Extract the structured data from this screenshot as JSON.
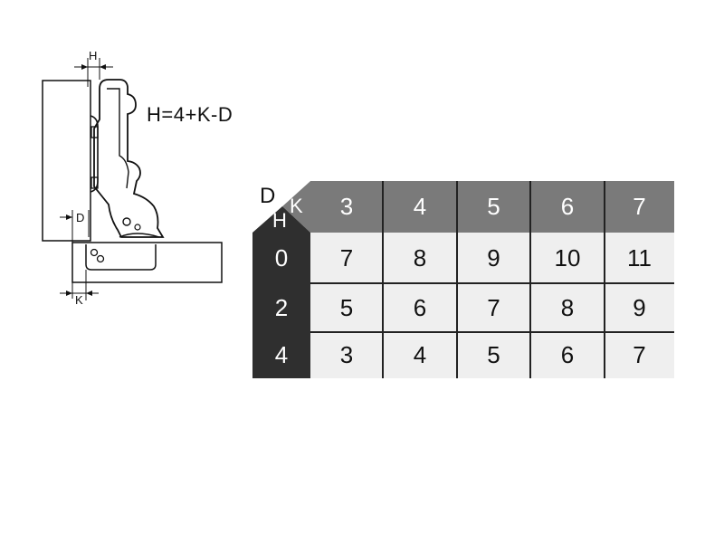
{
  "diagram": {
    "dimension_labels": {
      "h": "H",
      "d": "D",
      "k": "K"
    },
    "formula": "H=4+K-D"
  },
  "table": {
    "corner": {
      "top_left": "D",
      "top_right": "K",
      "bottom_left": "H"
    },
    "k_values": [
      "3",
      "4",
      "5",
      "6",
      "7"
    ],
    "rows": [
      {
        "h": "0",
        "cells": [
          "7",
          "8",
          "9",
          "10",
          "11"
        ]
      },
      {
        "h": "2",
        "cells": [
          "5",
          "6",
          "7",
          "8",
          "9"
        ]
      },
      {
        "h": "4",
        "cells": [
          "3",
          "4",
          "5",
          "6",
          "7"
        ]
      }
    ]
  },
  "colors": {
    "header_column_bg": "#7a7a7a",
    "header_row_bg": "#2f2f2f",
    "value_bg": "#efefef",
    "line": "#111111"
  }
}
